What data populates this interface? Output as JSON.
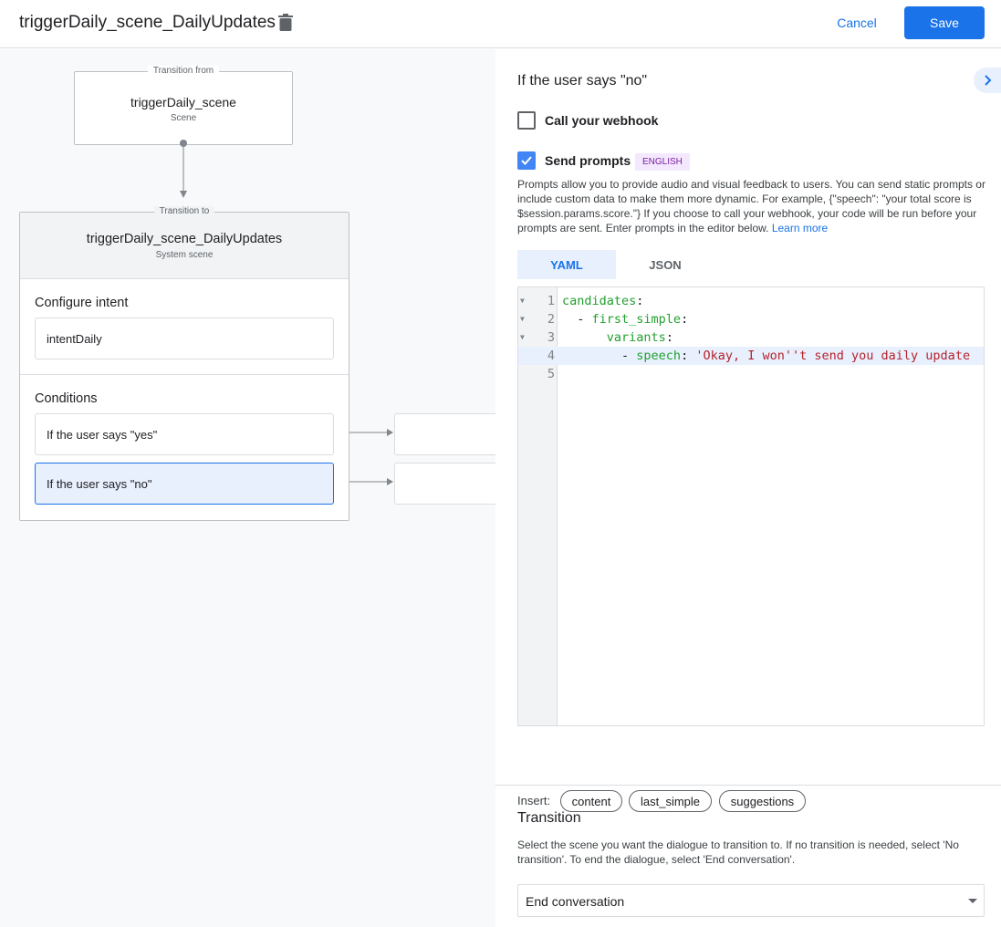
{
  "header": {
    "title": "triggerDaily_scene_DailyUpdates",
    "cancel": "Cancel",
    "save": "Save"
  },
  "canvas": {
    "from": {
      "tag": "Transition from",
      "name": "triggerDaily_scene",
      "type": "Scene"
    },
    "to": {
      "tag": "Transition to",
      "name": "triggerDaily_scene_DailyUpdates",
      "type": "System scene",
      "intent_label": "Configure intent",
      "intent": "intentDaily",
      "conditions_label": "Conditions",
      "conditions": [
        "If the user says \"yes\"",
        "If the user says \"no\""
      ]
    }
  },
  "panel": {
    "title": "If the user says \"no\"",
    "webhook": {
      "label": "Call your webhook",
      "checked": false
    },
    "prompts": {
      "label": "Send prompts",
      "checked": true,
      "badge": "ENGLISH",
      "description": "Prompts allow you to provide audio and visual feedback to users. You can send static prompts or include custom data to make them more dynamic. For example, {\"speech\": \"your total score is $session.params.score.\"} If you choose to call your webhook, your code will be run before your prompts are sent. Enter prompts in the editor below.",
      "learn_more": "Learn more"
    },
    "tabs": [
      {
        "label": "YAML",
        "active": true
      },
      {
        "label": "JSON",
        "active": false
      }
    ],
    "editor": {
      "lines": [
        {
          "n": "1",
          "indent": "",
          "dash": "",
          "key": "candidates",
          "colon": ":",
          "value": ""
        },
        {
          "n": "2",
          "indent": "  ",
          "dash": "- ",
          "key": "first_simple",
          "colon": ":",
          "value": ""
        },
        {
          "n": "3",
          "indent": "      ",
          "dash": "",
          "key": "variants",
          "colon": ":",
          "value": ""
        },
        {
          "n": "4",
          "indent": "        ",
          "dash": "- ",
          "key": "speech",
          "colon": ": ",
          "value": "'Okay, I won''t send you daily update"
        },
        {
          "n": "5",
          "indent": "",
          "dash": "",
          "key": "",
          "colon": "",
          "value": ""
        }
      ]
    },
    "insert": {
      "label": "Insert:",
      "chips": [
        "content",
        "last_simple",
        "suggestions"
      ]
    },
    "transition": {
      "title": "Transition",
      "description": "Select the scene you want the dialogue to transition to. If no transition is needed, select 'No transition'. To end the dialogue, select 'End conversation'.",
      "selected": "End conversation"
    }
  },
  "colors": {
    "accent": "#1a73e8",
    "key": "#22a02e",
    "string": "#b5232a",
    "selected": "#e8f0fe"
  }
}
